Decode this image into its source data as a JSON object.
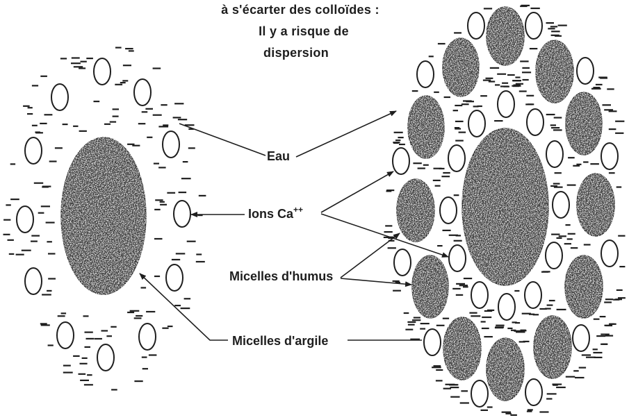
{
  "header": {
    "line1": "à s'écarter des colloïdes :",
    "line2": "Il y a risque de",
    "line3": "dispersion"
  },
  "labels": {
    "water": "Eau",
    "calcium_ions": "Ions Ca",
    "calcium_charge": "++",
    "humus_micelles": "Micelles d'humus",
    "clay_micelles": "Micelles d'argile"
  },
  "colors": {
    "ink": "#1e1e1e",
    "micelle_fill": "#3a3a3a",
    "ion_fill": "#ffffff",
    "background": "#ffffff"
  }
}
